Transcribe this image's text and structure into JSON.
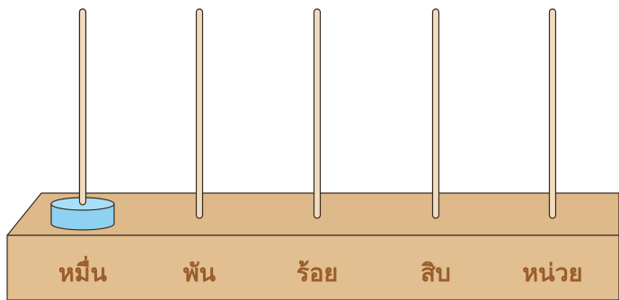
{
  "abacus": {
    "places": [
      {
        "label": "หมื่น",
        "beads": 1
      },
      {
        "label": "พัน",
        "beads": 0
      },
      {
        "label": "ร้อย",
        "beads": 0
      },
      {
        "label": "สิบ",
        "beads": 0
      },
      {
        "label": "หน่วย",
        "beads": 0
      }
    ],
    "colors": {
      "base_top": "#deb989",
      "base_front": "#e2bf90",
      "outline": "#3a2a1e",
      "rod_fill": "#f0dcc0",
      "bead_fill": "#8fd1f0",
      "bead_top": "#a9def7",
      "label": "#9a5d2b"
    }
  }
}
